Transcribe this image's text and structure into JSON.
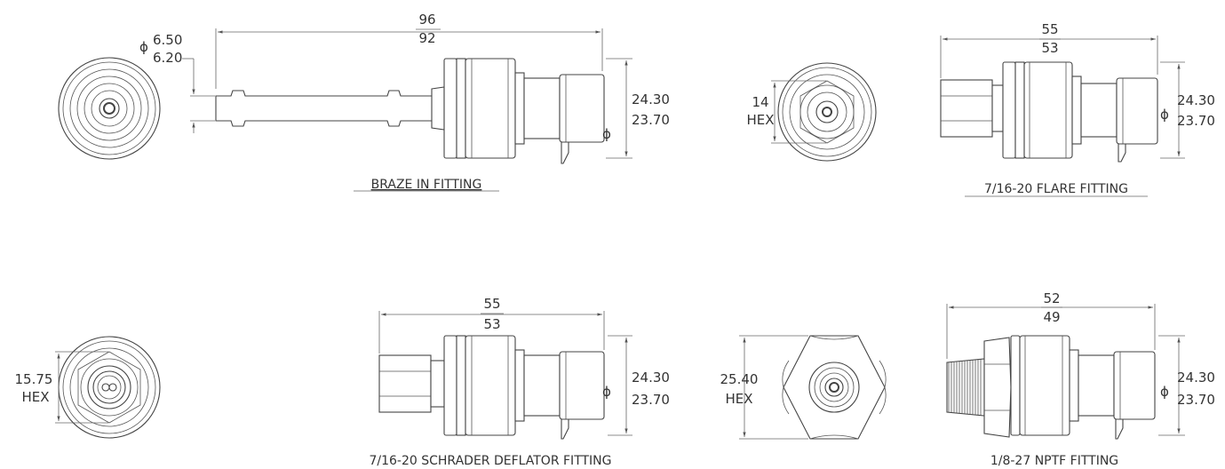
{
  "braze": {
    "tube_dia_max": "6.50",
    "tube_dia_min": "6.20",
    "length_max": "96",
    "length_min": "92",
    "body_dia_max": "24.30",
    "body_dia_min": "23.70",
    "caption": "BRAZE IN FITTING"
  },
  "flare": {
    "hex_size": "14",
    "hex_label": "HEX",
    "length_max": "55",
    "length_min": "53",
    "body_dia_max": "24.30",
    "body_dia_min": "23.70",
    "caption": "7/16-20 FLARE FITTING"
  },
  "schrader": {
    "hex_size": "15.75",
    "hex_label": "HEX",
    "length_max": "55",
    "length_min": "53",
    "body_dia_max": "24.30",
    "body_dia_min": "23.70",
    "caption": "7/16-20 SCHRADER DEFLATOR FITTING"
  },
  "nptf": {
    "hex_size": "25.40",
    "hex_label": "HEX",
    "length_max": "52",
    "length_min": "49",
    "body_dia_max": "24.30",
    "body_dia_min": "23.70",
    "caption": "1/8-27 NPTF FITTING"
  },
  "symbols": {
    "diameter": "ϕ"
  }
}
